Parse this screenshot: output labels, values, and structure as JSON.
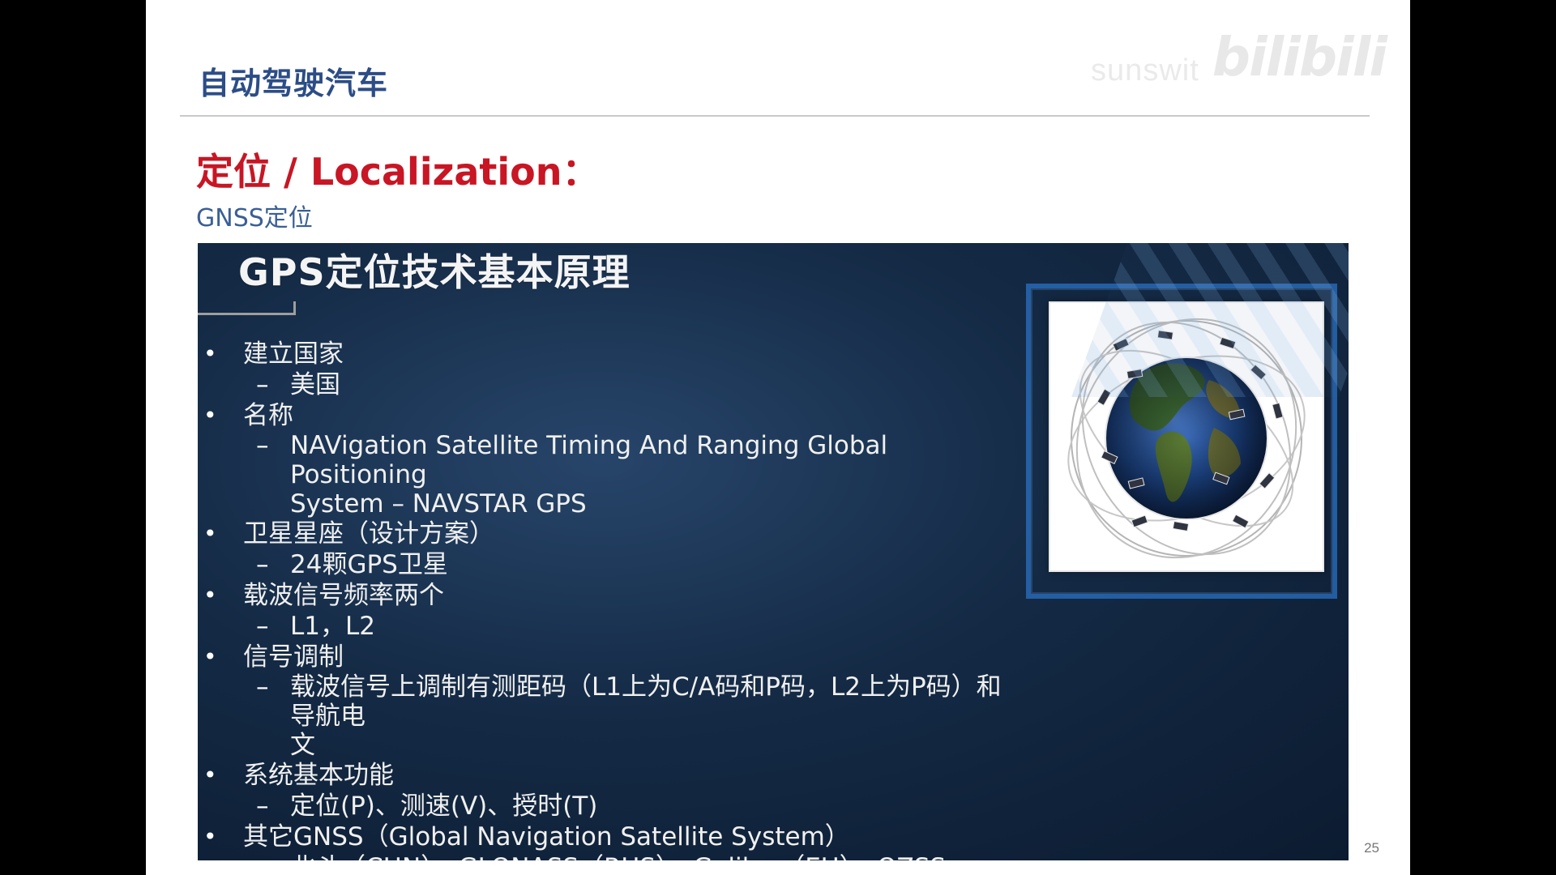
{
  "slide": {
    "deck_title": "自动驾驶汽车",
    "watermark": {
      "user": "sunswit",
      "logo": "bilibili"
    },
    "heading": "定位 / Localization：",
    "subheading": "GNSS定位",
    "page_number": "25"
  },
  "panel": {
    "title": "GPS定位技术基本原理",
    "bullet_glyph": "•",
    "dash_glyph": "–",
    "items": [
      {
        "label": "建立国家",
        "subitems": [
          "美国"
        ]
      },
      {
        "label": "名称",
        "subitems": [
          "NAVigation Satellite Timing And Ranging Global Positioning",
          "System – NAVSTAR GPS"
        ]
      },
      {
        "label": "卫星星座（设计方案）",
        "subitems": [
          "24颗GPS卫星"
        ]
      },
      {
        "label": "载波信号频率两个",
        "subitems": [
          "L1，L2"
        ]
      },
      {
        "label": "信号调制",
        "subitems": [
          "载波信号上调制有测距码（L1上为C/A码和P码，L2上为P码）和导航电",
          "文"
        ]
      },
      {
        "label": "系统基本功能",
        "subitems": [
          "定位(P)、测速(V)、授时(T)"
        ]
      },
      {
        "label": "其它GNSS（Global Navigation Satellite System）",
        "subitems": [
          "北斗（CHN）、GLONASS（RUS）、Galileo（EU）、QZSS（JPN）"
        ]
      }
    ],
    "image": {
      "icon": "globe-satellite-icon"
    }
  },
  "colors": {
    "deck_title": "#2c4d86",
    "heading": "#c81624",
    "subheading": "#3a5f95",
    "panel_background": "#142a45"
  }
}
